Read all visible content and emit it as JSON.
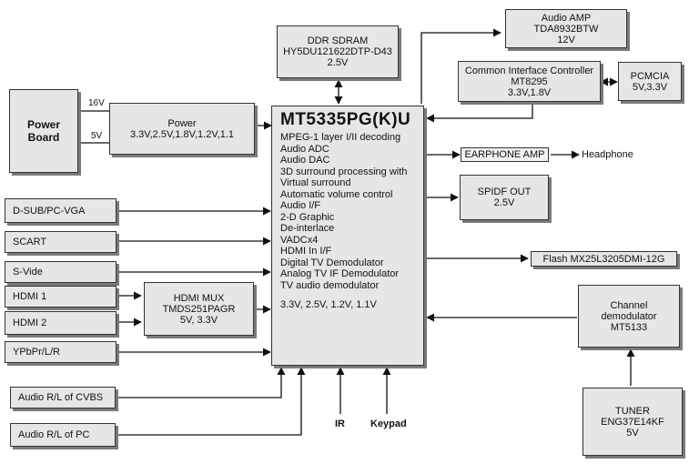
{
  "power_board": {
    "line1": "Power",
    "line2": "Board"
  },
  "power": {
    "title": "Power",
    "volts": "3.3V,2.5V,1.8V,1.2V,1.1"
  },
  "wire_labels": {
    "v16": "16V",
    "v5": "5V",
    "ir": "IR",
    "keypad": "Keypad",
    "headphone": "Headphone"
  },
  "ddr": {
    "title": "DDR SDRAM",
    "part": "HY5DU121622DTP-D43",
    "volts": "2.5V"
  },
  "main": {
    "title": "MT5335PG(K)U",
    "features": [
      "MPEG-1 layer I/II decoding",
      "Audio ADC",
      "Audio DAC",
      "3D surround processing with",
      "Virtual surround",
      "Automatic volume control",
      "Audio I/F",
      "2-D Graphic",
      "De-interlace",
      "VADCx4",
      "HDMI In I/F",
      "Digital TV Demodulator",
      "Analog TV IF Demodulator",
      "TV audio demodulator"
    ],
    "volts": "3.3V, 2.5V, 1.2V, 1.1V"
  },
  "audio_amp": {
    "title": "Audio AMP",
    "part": "TDA8932BTW",
    "volts": "12V"
  },
  "ci": {
    "title": "Common Interface Controller",
    "part": "MT8295",
    "volts": "3.3V,1.8V"
  },
  "pcmcia": {
    "title": "PCMCIA",
    "volts": "5V,3.3V"
  },
  "earphone": {
    "title": "EARPHONE AMP"
  },
  "spdif": {
    "title": "SPIDF OUT",
    "volts": "2.5V"
  },
  "flash": {
    "title": "Flash MX25L3205DMI-12G"
  },
  "channel": {
    "line1": "Channel",
    "line2": "demodulator",
    "part": "MT5133"
  },
  "tuner": {
    "title": "TUNER",
    "part": "ENG37E14KF",
    "volts": "5V"
  },
  "inputs": {
    "dsub": "D-SUB/PC-VGA",
    "scart": "SCART",
    "svideo": "S-Vide",
    "hdmi1": "HDMI 1",
    "hdmi2": "HDMI 2",
    "ypbpr": "YPbPr/L/R",
    "cvbs": "Audio R/L of CVBS",
    "pc_audio": "Audio R/L of PC"
  },
  "hdmi_mux": {
    "title": "HDMI MUX",
    "part": "TMDS251PAGR",
    "volts": "5V, 3.3V"
  }
}
